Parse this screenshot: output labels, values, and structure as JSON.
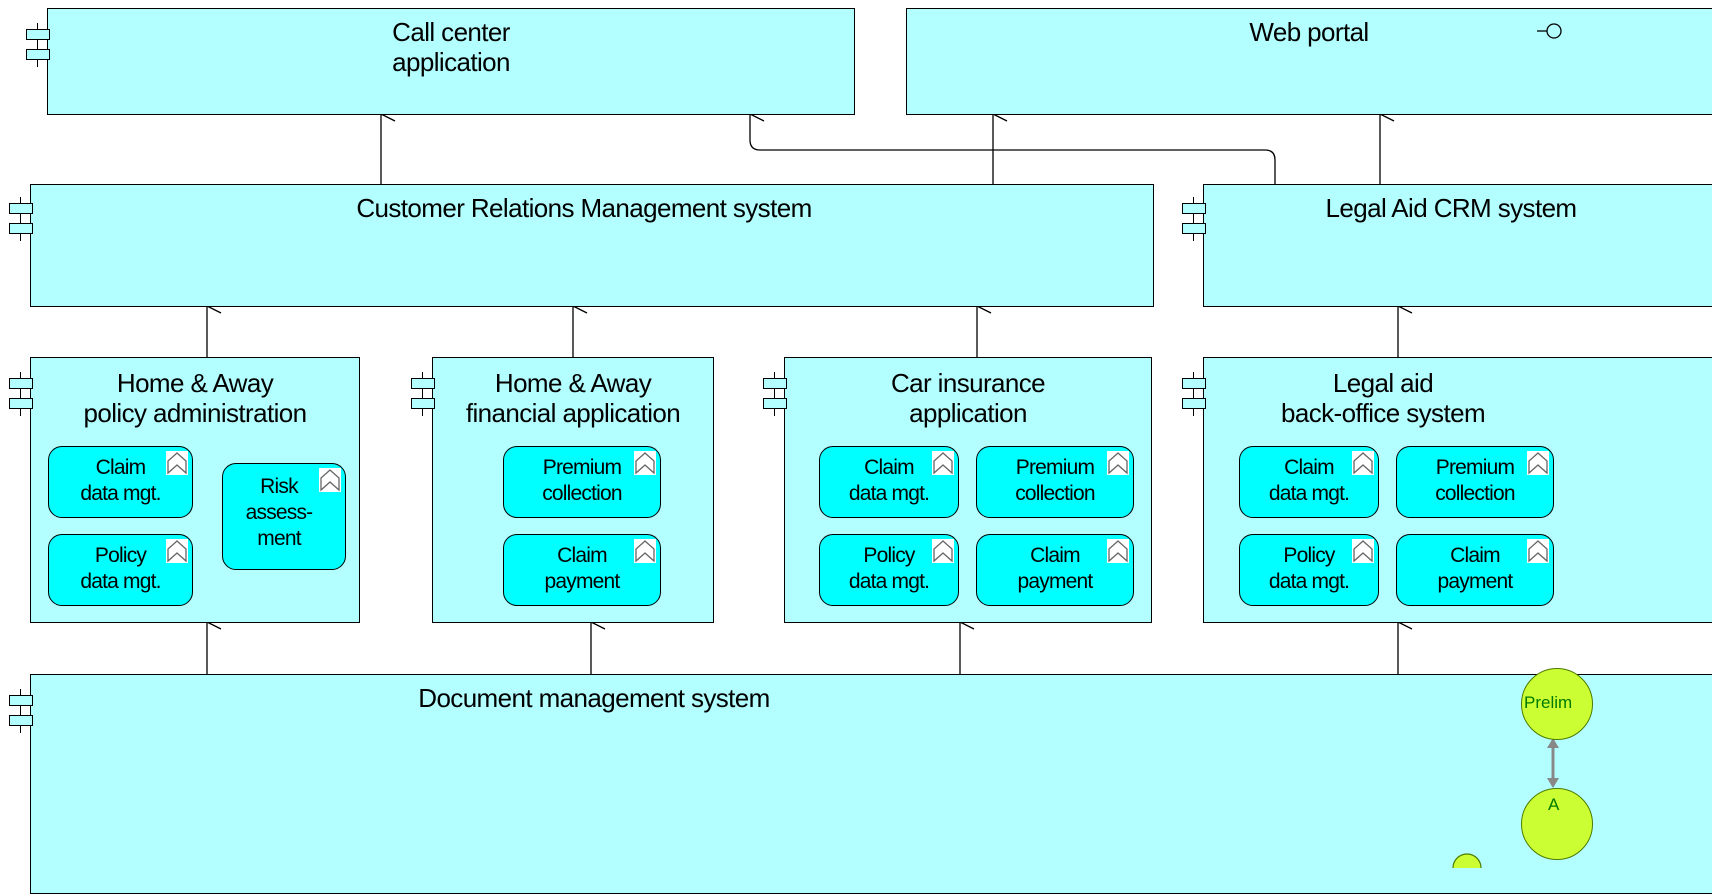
{
  "diagram": {
    "components": [
      {
        "id": "call-center",
        "label": [
          "Call center",
          "application"
        ]
      },
      {
        "id": "web-portal",
        "label": [
          "Web portal",
          ""
        ]
      },
      {
        "id": "crm",
        "label": [
          "Customer Relations Management system",
          ""
        ]
      },
      {
        "id": "legal-crm",
        "label": [
          "Legal Aid CRM system",
          ""
        ]
      },
      {
        "id": "home-away-policy",
        "label": [
          "Home & Away",
          "policy administration"
        ]
      },
      {
        "id": "home-away-financial",
        "label": [
          "Home & Away",
          "financial application"
        ]
      },
      {
        "id": "car-insurance",
        "label": [
          "Car insurance",
          "application"
        ]
      },
      {
        "id": "legal-aid-backoffice",
        "label": [
          "Legal aid",
          "back-office system"
        ]
      },
      {
        "id": "document-mgmt",
        "label": [
          "Document management system",
          ""
        ]
      }
    ],
    "functions": [
      {
        "label": [
          "Claim",
          "data mgt."
        ]
      },
      {
        "label": [
          "Risk",
          "assess-",
          "ment"
        ]
      },
      {
        "label": [
          "Policy",
          "data mgt."
        ]
      },
      {
        "label": [
          "Premium",
          "collection"
        ]
      },
      {
        "label": [
          "Claim",
          "payment"
        ]
      },
      {
        "label": [
          "Claim",
          "data mgt."
        ]
      },
      {
        "label": [
          "Premium",
          "collection"
        ]
      },
      {
        "label": [
          "Policy",
          "data mgt."
        ]
      },
      {
        "label": [
          "Claim",
          "payment"
        ]
      },
      {
        "label": [
          "Claim",
          "data mgt."
        ]
      },
      {
        "label": [
          "Premium",
          "collection"
        ]
      },
      {
        "label": [
          "Policy",
          "data mgt."
        ]
      },
      {
        "label": [
          "Claim",
          "payment"
        ]
      }
    ],
    "status_badges": [
      "Prelim",
      "A"
    ],
    "colors": {
      "component_fill": "#b3ffff",
      "function_fill": "#00ffff",
      "badge_fill": "#ccff33",
      "line": "#000000"
    }
  }
}
